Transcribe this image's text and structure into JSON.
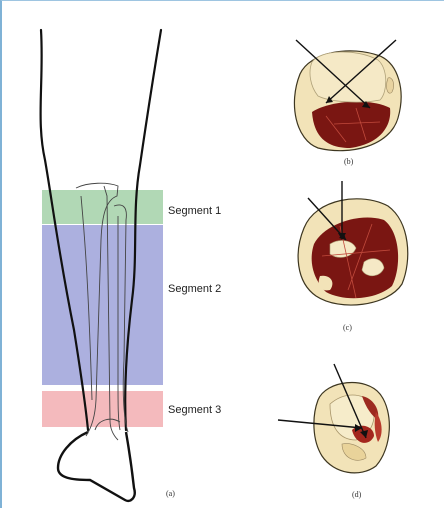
{
  "figure": {
    "panel_a": {
      "caption": "(a)",
      "segments": [
        {
          "label": "Segment 1",
          "color": "#8fc79a"
        },
        {
          "label": "Segment 2",
          "color": "#8f93d1"
        },
        {
          "label": "Segment 3",
          "color": "#f0a2a6"
        }
      ]
    },
    "panel_b": {
      "caption": "(b)"
    },
    "panel_c": {
      "caption": "(c)"
    },
    "panel_d": {
      "caption": "(d)"
    }
  }
}
